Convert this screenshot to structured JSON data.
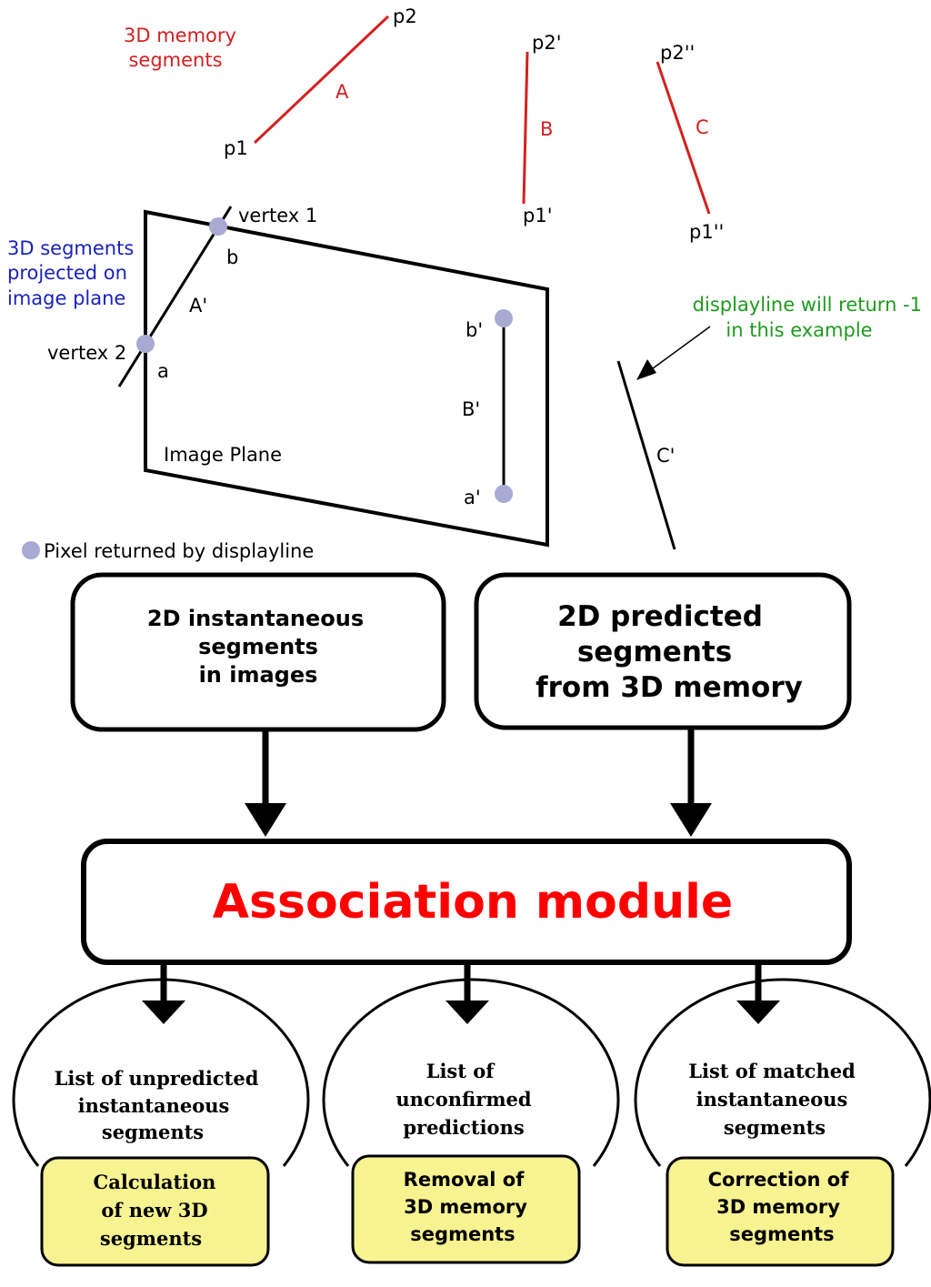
{
  "colors": {
    "memory_segment": "#d42020",
    "projected_label": "#1a23b8",
    "annotation": "#1f9a1f",
    "pixel_dot": "#a9aad3",
    "title_highlight": "#ff0000",
    "action_box_fill": "#f8f391"
  },
  "memory_segments": {
    "heading_line1": "3D memory",
    "heading_line2": "segments",
    "A": {
      "label": "A",
      "start": "p1",
      "end": "p2"
    },
    "B": {
      "label": "B",
      "start": "p1'",
      "end": "p2'"
    },
    "C": {
      "label": "C",
      "start": "p1''",
      "end": "p2''"
    }
  },
  "projection": {
    "label_line1": "3D segments",
    "label_line2": "projected on",
    "label_line3": "image plane",
    "image_plane_label": "Image Plane",
    "vertex1": "vertex 1",
    "vertex2": "vertex 2",
    "a": "a",
    "b": "b",
    "A_prime": "A'",
    "a_prime": "a'",
    "b_prime": "b'",
    "B_prime": "B'",
    "C_prime": "C'"
  },
  "annotation": {
    "line1": "displayline will return -1",
    "line2": "in this example"
  },
  "legend": {
    "pixel_label": "Pixel returned by displayline"
  },
  "inputs": {
    "left": {
      "line1": "2D instantaneous",
      "line2": "segments",
      "line3": "in images"
    },
    "right": {
      "line1": "2D predicted",
      "line2": "segments",
      "line3": "from 3D memory"
    }
  },
  "module": {
    "title": "Association module"
  },
  "outputs": [
    {
      "list_line1": "List of unpredicted",
      "list_line2": "instantaneous",
      "list_line3": "segments",
      "action_line1": "Calculation",
      "action_line2": "of new 3D",
      "action_line3": "segments"
    },
    {
      "list_line1": "List of",
      "list_line2": "unconfirmed",
      "list_line3": "predictions",
      "action_line1": "Removal of",
      "action_line2": "3D memory",
      "action_line3": "segments"
    },
    {
      "list_line1": "List of matched",
      "list_line2": "instantaneous",
      "list_line3": "segments",
      "action_line1": "Correction of",
      "action_line2": "3D memory",
      "action_line3": "segments"
    }
  ]
}
